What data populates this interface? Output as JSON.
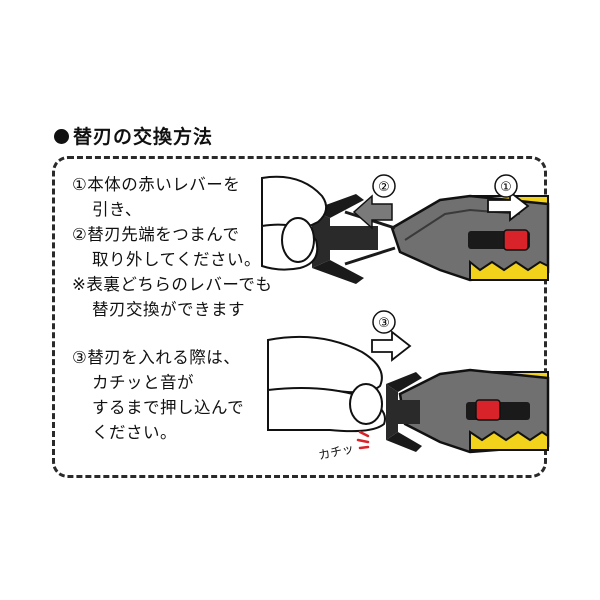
{
  "heading": "替刃の交換方法",
  "step1": {
    "line1": "①本体の赤いレバーを",
    "line2": "引き、",
    "line3": "②替刃先端をつまんで",
    "line4": "取り外してください。"
  },
  "note": {
    "line1": "※表裏どちらのレバーでも",
    "line2": "替刃交換ができます"
  },
  "step3": {
    "line1": "③替刃を入れる際は、",
    "line2": "カチッと音が",
    "line3": "するまで押し込んで",
    "line4": "ください。"
  },
  "labels": {
    "badge1": "①",
    "badge2": "②",
    "badge3": "③",
    "sound": "カチッ"
  },
  "colors": {
    "body_gray": "#707070",
    "accent_yellow": "#f2d21b",
    "lever_red": "#d8232a",
    "ink": "#111111"
  }
}
